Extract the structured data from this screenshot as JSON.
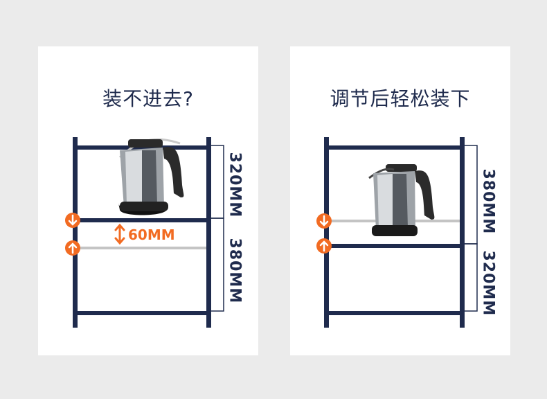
{
  "left_panel": {
    "title": "装不进去?",
    "top_height": "320MM",
    "bottom_height": "380MM",
    "gap": "60MM"
  },
  "right_panel": {
    "title": "调节后轻松装下",
    "top_height": "380MM",
    "bottom_height": "320MM"
  },
  "colors": {
    "frame": "#1f2b4d",
    "accent": "#f26b22",
    "ghost_shelf": "#c4c4c4",
    "background": "#ebebeb"
  },
  "icons": [
    "arrow-down-icon",
    "arrow-up-icon",
    "double-arrow-icon",
    "kettle"
  ]
}
